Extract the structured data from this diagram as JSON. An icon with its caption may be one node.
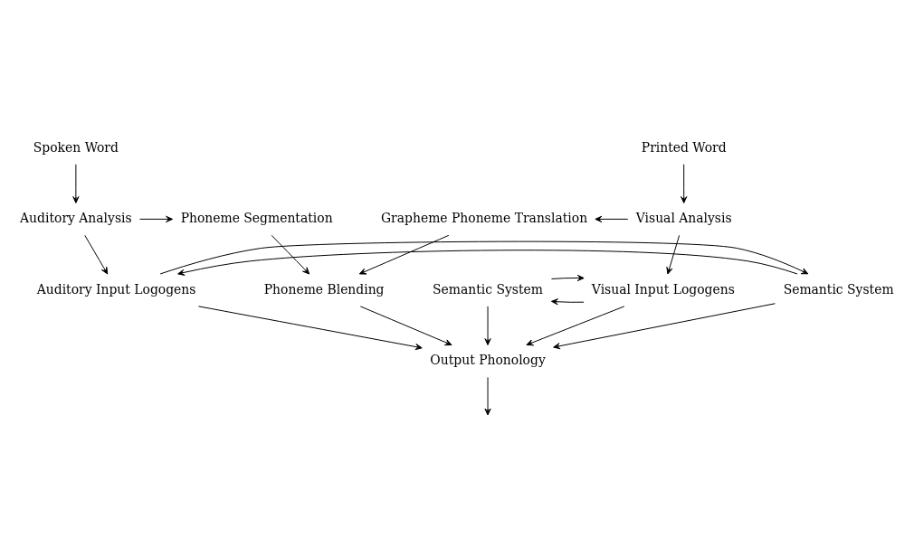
{
  "diagram": {
    "nodes": [
      {
        "text": [
          "Spoken Word"
        ]
      },
      {
        "text": [
          "Printed Word"
        ]
      },
      {
        "text": [
          "Auditory Analysis"
        ]
      },
      {
        "text": [
          "Phoneme Segmentation"
        ]
      },
      {
        "text": [
          "Grapheme Phoneme Translation"
        ]
      },
      {
        "text": [
          "Visual Analysis"
        ]
      },
      {
        "text": [
          "Phoneme Blending"
        ]
      },
      {
        "text": [
          "Semantic System"
        ]
      },
      {
        "text": [
          "Auditory Input Logogens"
        ]
      },
      {
        "text": [
          "Visual Input Logogens"
        ]
      },
      {
        "text": [
          "Semantic System"
        ]
      },
      {
        "text": [
          "Output Phonology"
        ]
      }
    ],
    "edges": [
      {
        "from": 0,
        "to": 2,
        "arrow": "to"
      },
      {
        "from": 1,
        "to": 5,
        "arrow": "to"
      },
      {
        "from": 2,
        "to": 3,
        "arrow": "to"
      },
      {
        "from": 5,
        "to": 4,
        "arrow": "to"
      },
      {
        "from": 3,
        "to": 6,
        "arrow": "to"
      },
      {
        "from": 4,
        "to": 6,
        "arrow": "to"
      },
      {
        "from": 2,
        "to": 8,
        "arrow": "to"
      },
      {
        "from": 5,
        "to": 9,
        "arrow": "to"
      },
      {
        "from": 7,
        "to": 8,
        "arrow": "to"
      },
      {
        "from": 8,
        "to": 7,
        "arrow": "to"
      },
      {
        "from": 9,
        "to": 10,
        "arrow": "to"
      },
      {
        "from": 10,
        "to": 9,
        "arrow": "to"
      },
      {
        "from": 6,
        "to": 11,
        "arrow": "to"
      },
      {
        "from": 7,
        "to": 11,
        "arrow": "to"
      },
      {
        "from": 8,
        "to": 11,
        "arrow": "to"
      },
      {
        "from": 9,
        "to": 11,
        "arrow": "to"
      },
      {
        "from": 10,
        "to": 11,
        "arrow": "to"
      },
      {
        "from": 11,
        "to": null,
        "arrow": "to"
      }
    ]
  }
}
